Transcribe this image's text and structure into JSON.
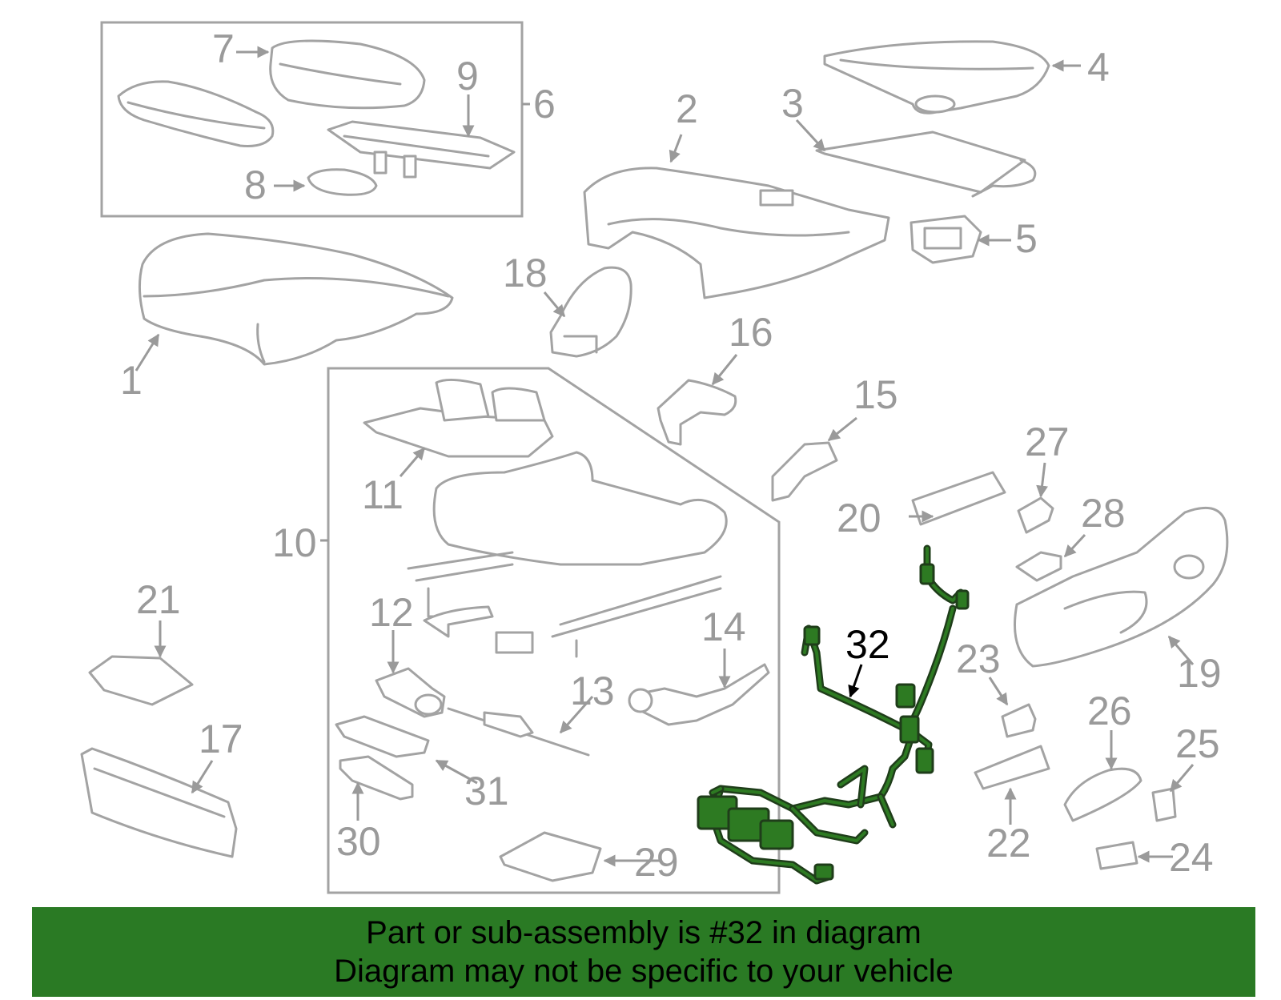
{
  "callouts": {
    "c1": "1",
    "c2": "2",
    "c3": "3",
    "c4": "4",
    "c5": "5",
    "c6": "6",
    "c7": "7",
    "c8": "8",
    "c9": "9",
    "c10": "10",
    "c11": "11",
    "c12": "12",
    "c13": "13",
    "c14": "14",
    "c15": "15",
    "c16": "16",
    "c17": "17",
    "c18": "18",
    "c19": "19",
    "c20": "20",
    "c21": "21",
    "c22": "22",
    "c23": "23",
    "c24": "24",
    "c25": "25",
    "c26": "26",
    "c27": "27",
    "c28": "28",
    "c29": "29",
    "c30": "30",
    "c31": "31",
    "c32": "32"
  },
  "highlight": {
    "part": "32",
    "color": "#2d7a22"
  },
  "banner": {
    "line1": "Part or sub-assembly is #32 in diagram",
    "line2": "Diagram may not be specific to your vehicle",
    "color": "#2a7a24"
  }
}
